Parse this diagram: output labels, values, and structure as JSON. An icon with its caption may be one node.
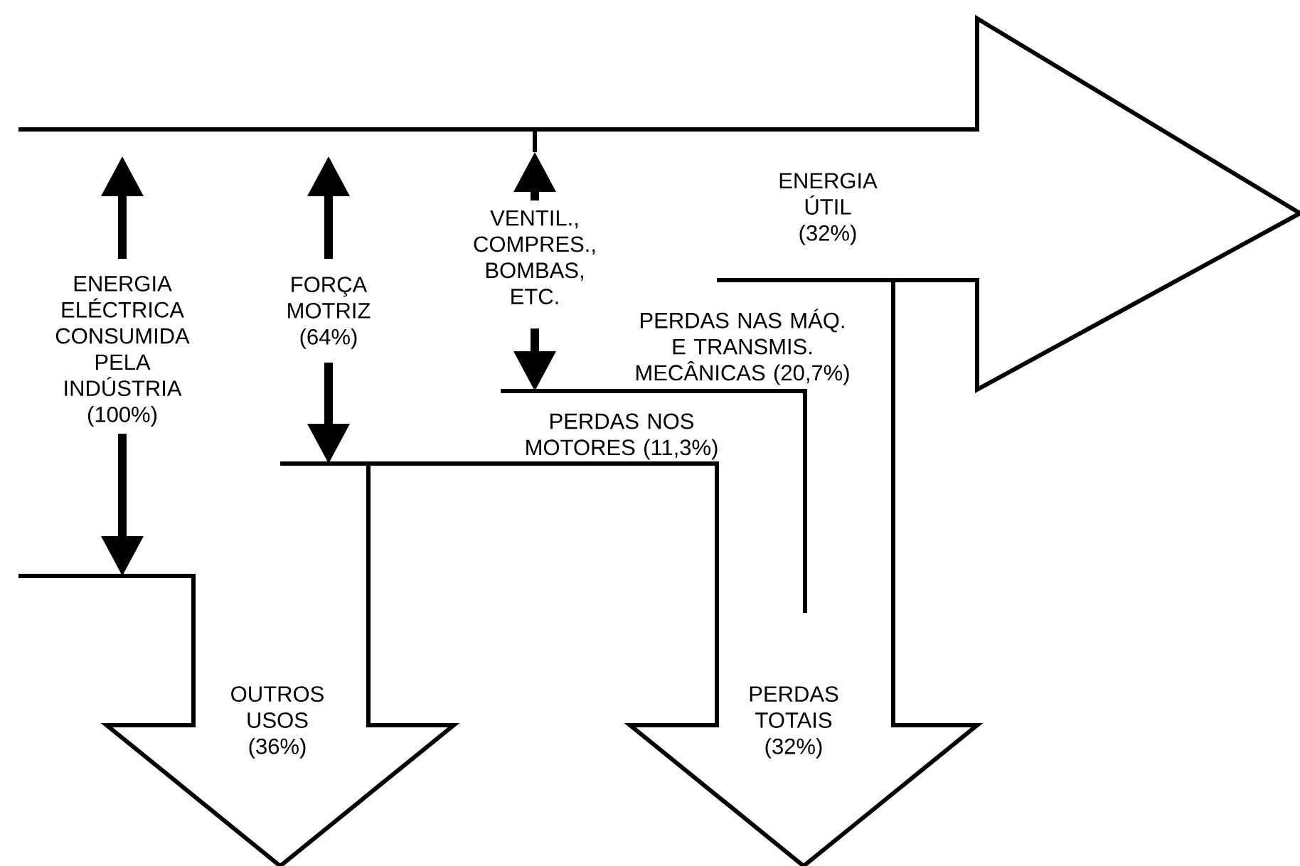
{
  "diagram": {
    "labels": [
      "ENERGIA ÚTIL (32%)",
      "ENERGIA ELÉCTRICA CONSUMIDA PELA INDÚSTRIA (100%)",
      "FORÇA MOTRIZ (64%)",
      "VENTIL., COMPRES., BOMBAS, ETC.",
      "PERDAS NAS MÁQ. E TRANSMIS. MECÂNICAS (20,7%)",
      "PERDAS NOS MOTORES (11,3%)",
      "OUTROS USOS (36%)",
      "PERDAS TOTAIS (32%)"
    ]
  }
}
